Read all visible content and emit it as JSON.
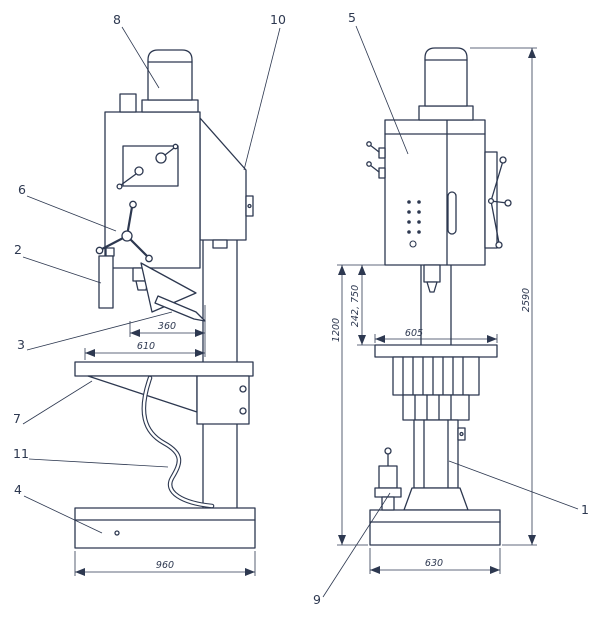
{
  "drawing": {
    "callouts": {
      "n1": "1",
      "n2": "2",
      "n3": "3",
      "n4": "4",
      "n5": "5",
      "n6": "6",
      "n7": "7",
      "n8": "8",
      "n9": "9",
      "n10": "10",
      "n11": "11"
    },
    "dimensions": {
      "spindle_overhang": "360",
      "table_depth": "610",
      "base_length": "960",
      "table_width": "605",
      "spindle_to_table_range": "242, 750",
      "spindle_to_floor": "1200",
      "base_width": "630",
      "overall_height": "2590"
    }
  }
}
